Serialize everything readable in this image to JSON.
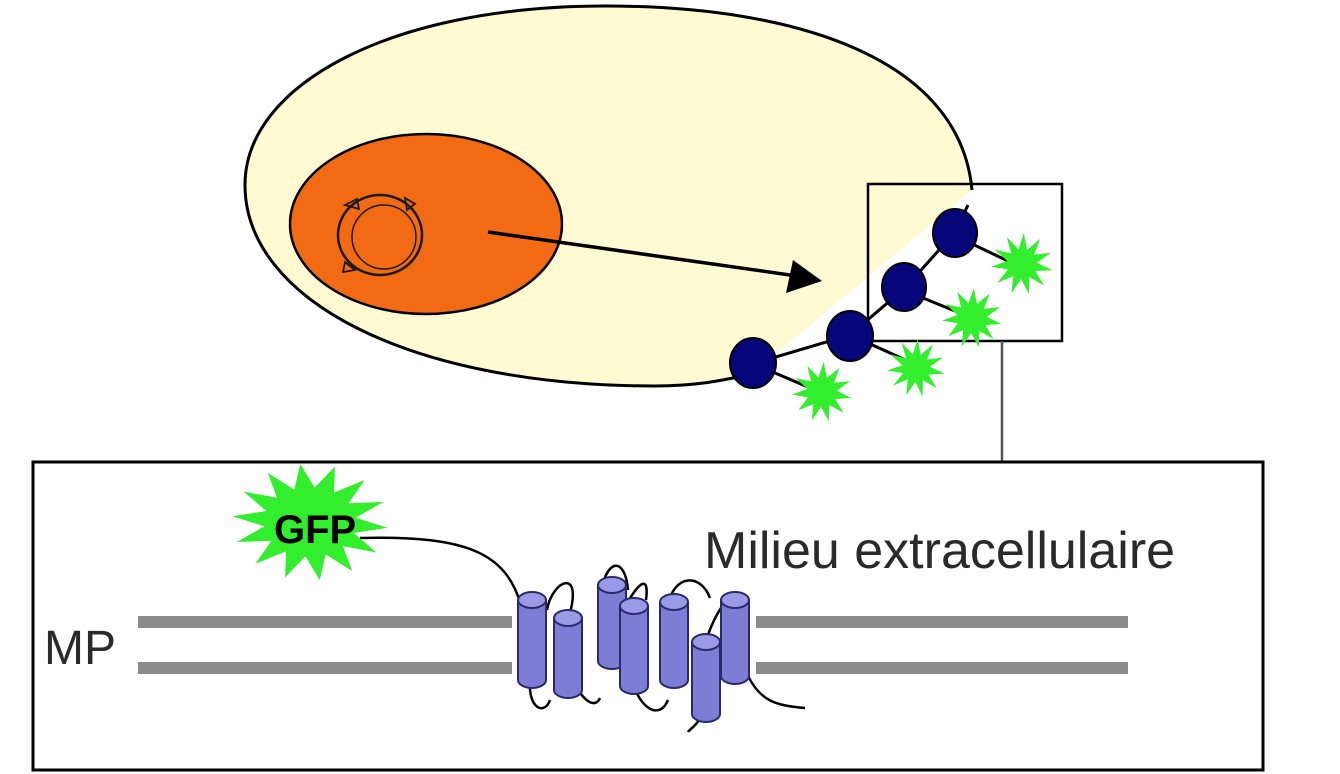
{
  "labels": {
    "gfp": "GFP",
    "extracellular": "Milieu extracellulaire",
    "membrane": "MP"
  },
  "colors": {
    "cytoplasm": "#fffad2",
    "nucleus": "#f26b14",
    "protein_dot": "#06057a",
    "gfp_star": "#33ee2c",
    "membrane": "#8a8a8a",
    "helix_fill": "#7d7dd6",
    "helix_stroke": "#2a2a6a"
  },
  "icons": {
    "plasmid": "plasmid-icon",
    "arrow": "arrow-icon",
    "star": "gfp-star-icon",
    "helix": "transmembrane-helix-icon"
  }
}
